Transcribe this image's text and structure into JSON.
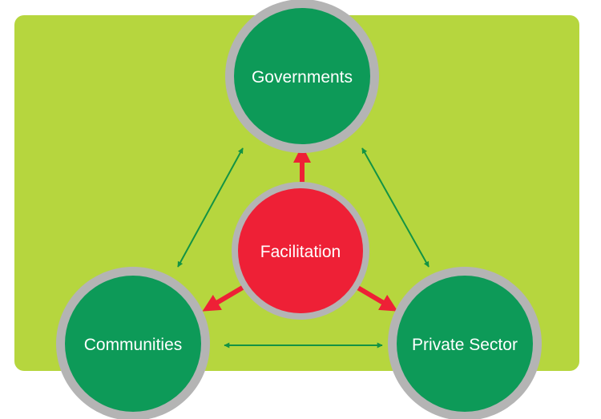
{
  "nodes": {
    "governments": "Governments",
    "communities": "Communities",
    "private_sector": "Private Sector",
    "facilitation": "Facilitation"
  },
  "colors": {
    "panel_background": "#b6d63e",
    "stakeholder_fill": "#0d9a58",
    "ring": "#b4b4b4",
    "facilitation_fill": "#ee2036",
    "stakeholder_arrow": "#139344",
    "facilitation_arrow": "#ee2036"
  }
}
